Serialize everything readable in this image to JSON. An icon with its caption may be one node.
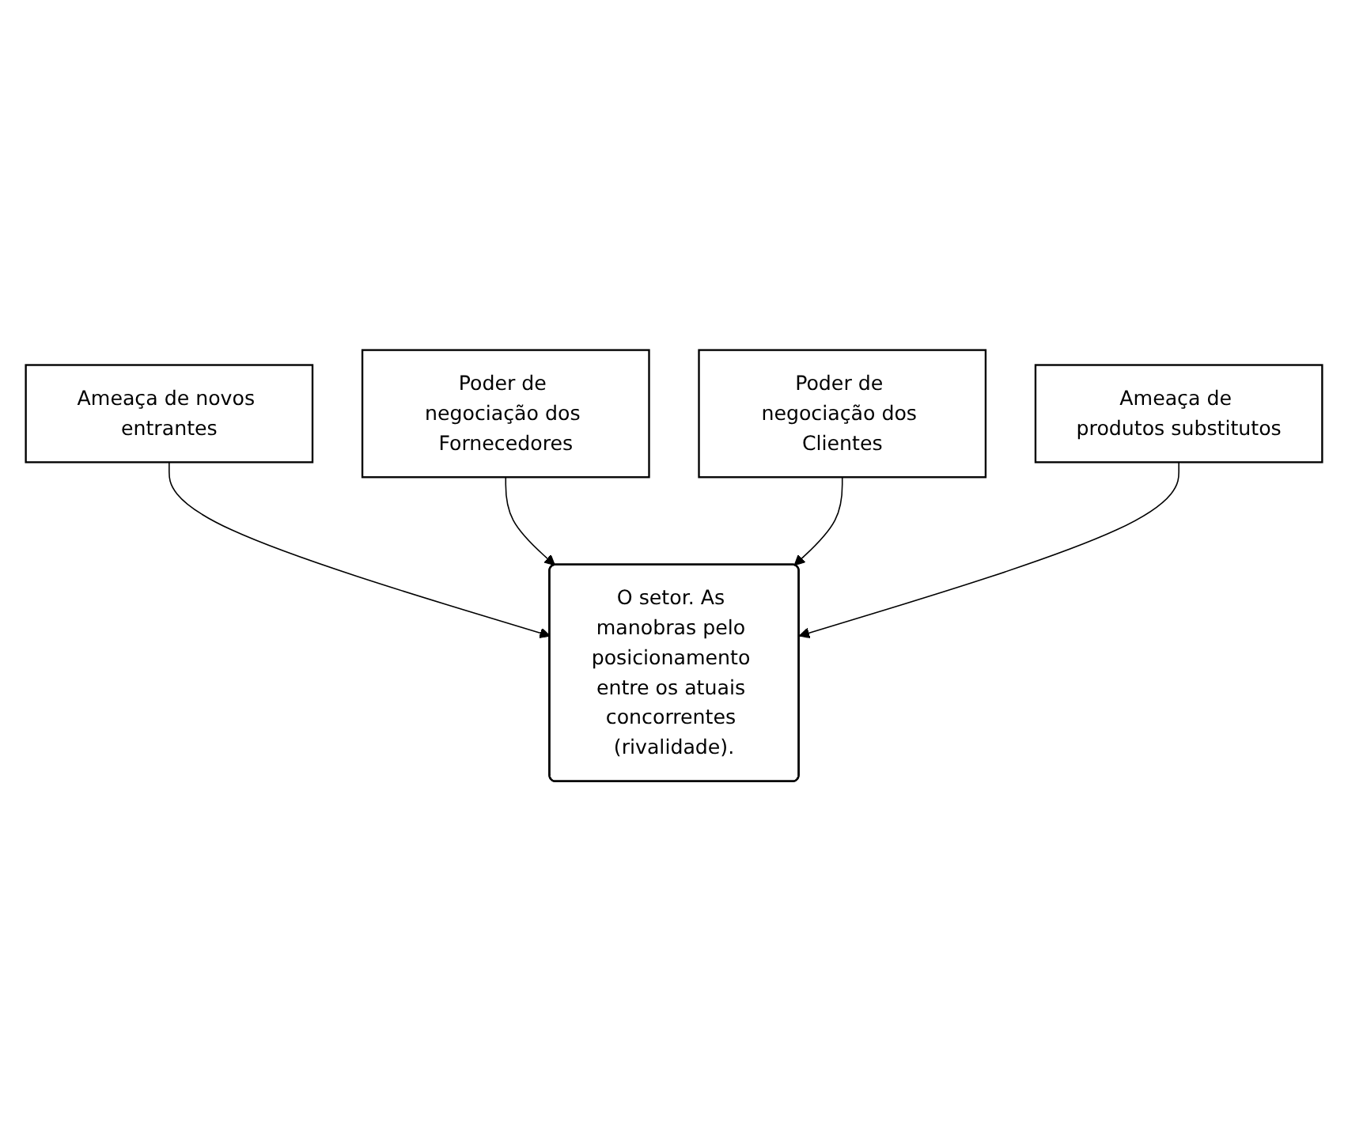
{
  "diagram": {
    "nodes": [
      {
        "text": [
          "Ameaça de novos entrantes"
        ]
      },
      {
        "text": [
          "Poder de negociação dos Fornecedores"
        ]
      },
      {
        "text": [
          "O setor. As manobras pelo posicionamento entre os atuais concorrentes (rivalidade)."
        ]
      },
      {
        "text": [
          "Poder de negociação dos Clientes"
        ]
      },
      {
        "text": [
          "Ameaça de produtos substitutos"
        ]
      }
    ],
    "edges": [
      {
        "from": 0,
        "to": 2,
        "arrow": "to"
      },
      {
        "from": 1,
        "to": 2,
        "arrow": "to"
      },
      {
        "from": 3,
        "to": 2,
        "arrow": "to"
      },
      {
        "from": 4,
        "to": 2,
        "arrow": "to"
      }
    ]
  }
}
